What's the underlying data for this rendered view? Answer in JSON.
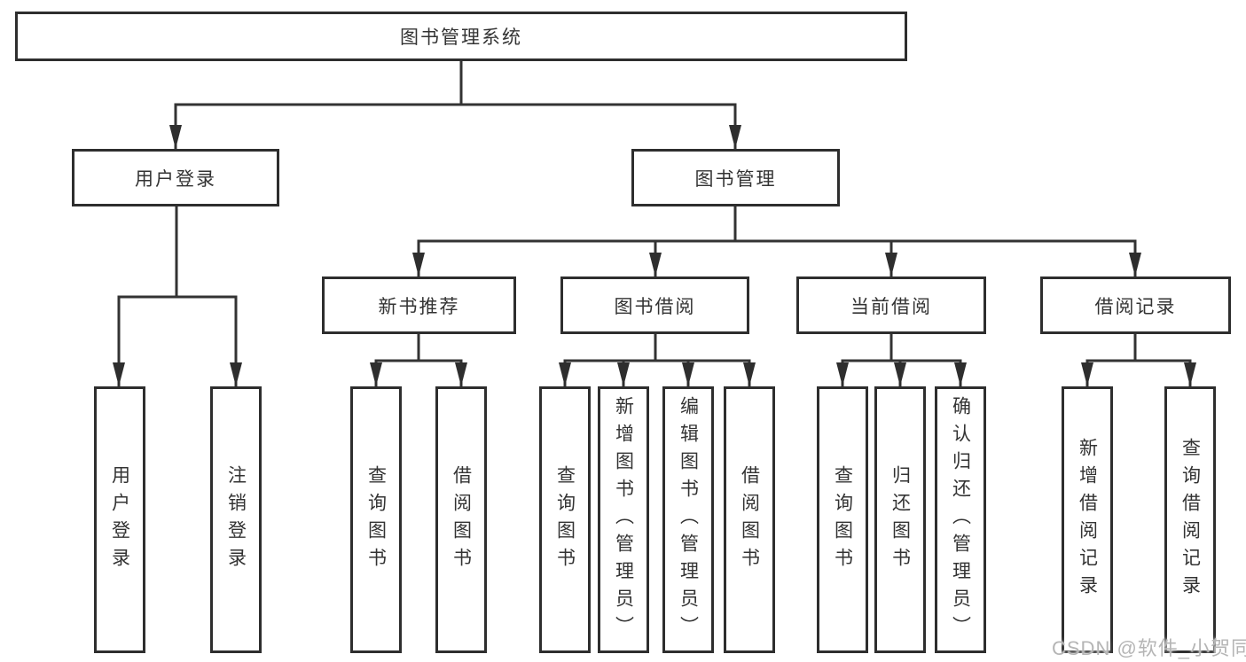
{
  "tree": {
    "root": {
      "label": "图书管理系统",
      "children": [
        {
          "label": "用户登录",
          "children": [
            {
              "label": "用户登录"
            },
            {
              "label": "注销登录"
            }
          ]
        },
        {
          "label": "图书管理",
          "children": [
            {
              "label": "新书推荐",
              "children": [
                {
                  "label": "查询图书"
                },
                {
                  "label": "借阅图书"
                }
              ]
            },
            {
              "label": "图书借阅",
              "children": [
                {
                  "label": "查询图书"
                },
                {
                  "label": "新增图书（管理员）"
                },
                {
                  "label": "编辑图书（管理员）"
                },
                {
                  "label": "借阅图书"
                }
              ]
            },
            {
              "label": "当前借阅",
              "children": [
                {
                  "label": "查询图书"
                },
                {
                  "label": "归还图书"
                },
                {
                  "label": "确认归还（管理员）"
                }
              ]
            },
            {
              "label": "借阅记录",
              "children": [
                {
                  "label": "新增借阅记录"
                },
                {
                  "label": "查询借阅记录"
                }
              ]
            }
          ]
        }
      ]
    }
  },
  "watermark": {
    "text": "CSDN @软件_小贺同学",
    "color": "#b5b5b5"
  },
  "colors": {
    "line": "#333333",
    "box_border": "#2e2e2e",
    "box_background": "#ffffff",
    "text": "#333333",
    "page_background": "#ffffff"
  }
}
